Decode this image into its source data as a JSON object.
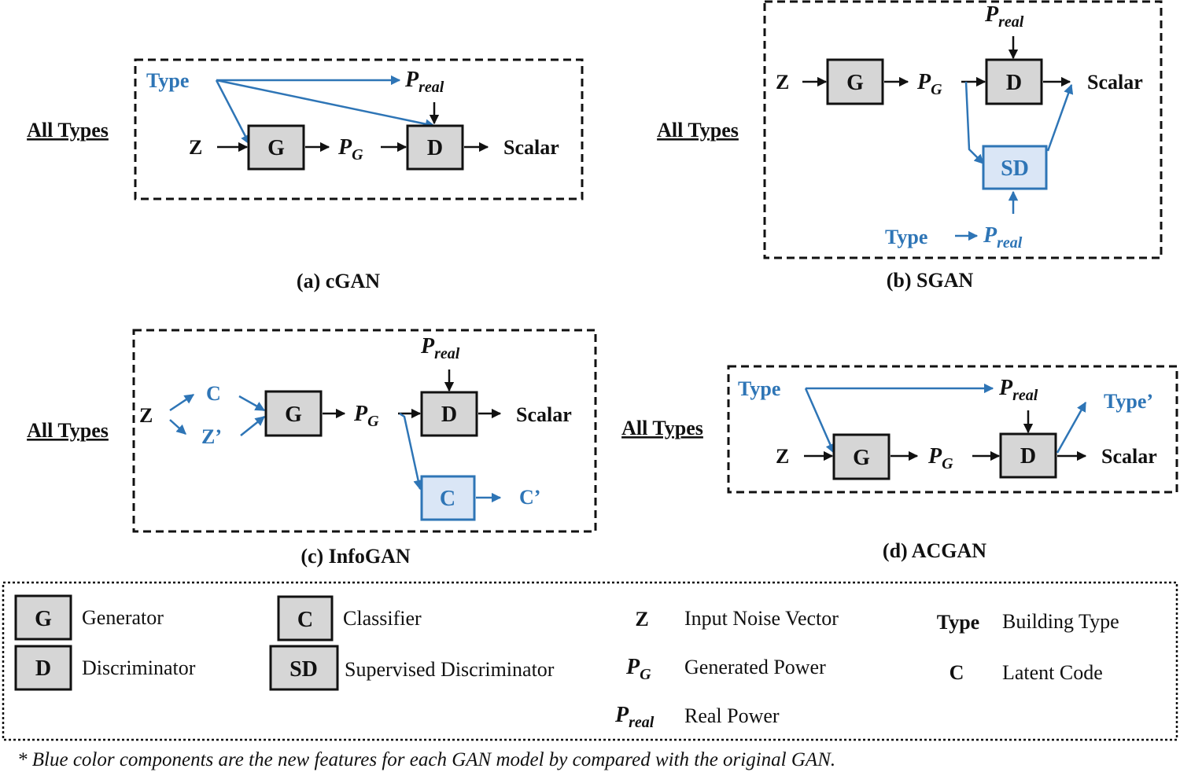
{
  "colors": {
    "accent_blue": "#2e75b6",
    "box_gray": "#d6d6d6",
    "box_blue": "#dae6f6",
    "ink": "#111111"
  },
  "panels": {
    "cgan": {
      "caption": "(a) cGAN",
      "side_label": "All Types",
      "type": "Type",
      "z": "Z",
      "g": "G",
      "d": "D",
      "pg": "P",
      "pg_sub": "G",
      "preal": "P",
      "preal_sub": "real",
      "scalar": "Scalar"
    },
    "sgan": {
      "caption": "(b) SGAN",
      "side_label": "All Types",
      "type": "Type",
      "z": "Z",
      "g": "G",
      "d": "D",
      "sd": "SD",
      "pg": "P",
      "pg_sub": "G",
      "preal": "P",
      "preal_sub": "real",
      "preal2": "P",
      "preal2_sub": "real",
      "scalar": "Scalar"
    },
    "infogan": {
      "caption": "(c) InfoGAN",
      "side_label": "All Types",
      "z": "Z",
      "c": "C",
      "zprime": "Z’",
      "g": "G",
      "d": "D",
      "cbox": "C",
      "cprime": "C’",
      "pg": "P",
      "pg_sub": "G",
      "preal": "P",
      "preal_sub": "real",
      "scalar": "Scalar"
    },
    "acgan": {
      "caption": "(d) ACGAN",
      "side_label": "All Types",
      "type": "Type",
      "typeprime": "Type’",
      "z": "Z",
      "g": "G",
      "d": "D",
      "pg": "P",
      "pg_sub": "G",
      "preal": "P",
      "preal_sub": "real",
      "scalar": "Scalar"
    }
  },
  "legend": {
    "g_symbol": "G",
    "g_label": "Generator",
    "d_symbol": "D",
    "d_label": "Discriminator",
    "c_symbol": "C",
    "c_label": "Classifier",
    "sd_symbol": "SD",
    "sd_label": "Supervised Discriminator",
    "z_symbol": "Z",
    "z_label": "Input Noise Vector",
    "pg_symbol": "P",
    "pg_sub": "G",
    "pg_label": "Generated Power",
    "preal_symbol": "P",
    "preal_sub": "real",
    "preal_label": "Real Power",
    "type_symbol": "Type",
    "type_label": "Building Type",
    "latent_symbol": "C",
    "latent_label": "Latent Code"
  },
  "footnote": "* Blue color components are the new features for each GAN model by compared with the original GAN."
}
